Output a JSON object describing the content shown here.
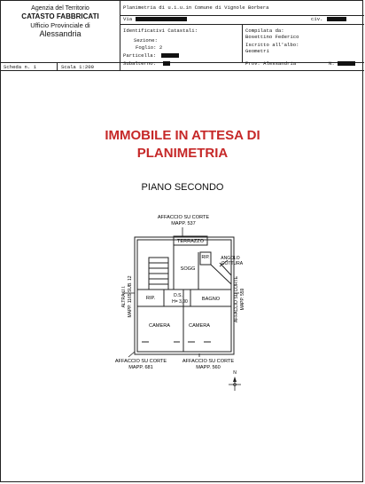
{
  "header": {
    "agency_line1": "Agenzia del Territorio",
    "agency_line2": "CATASTO FABBRICATI",
    "agency_line3": "Ufficio Provinciale di",
    "agency_line4": "Alessandria",
    "plan_title": "Planimetria di u.i.u.in Comune di Vignole Borbera",
    "via_label": "Via",
    "civ_label": "civ.",
    "ident_label": "Identificativi Catastali:",
    "sezione_label": "Sezione:",
    "foglio_label": "Foglio: 2",
    "particella_label": "Particella:",
    "subalterno_label": "Subalterno:",
    "compilata_label": "Compilata da:",
    "compilata_name": "Bosettino Federico",
    "iscritto_label": "Iscritto all'albo:",
    "iscritto_value": "Geometri",
    "prov_label": "Prov. Alessandria",
    "n_label": "N.",
    "scheda_label": "Scheda n. 1",
    "scala_label": "Scala 1:200"
  },
  "notice": {
    "line1": "IMMOBILE IN ATTESA DI",
    "line2": "PLANIMETRIA"
  },
  "plan": {
    "floor": "PIANO SECONDO",
    "top_label1": "AFFACCIO SU CORTE",
    "top_label2": "MAPP. 537",
    "terrazzo": "TERRAZZO",
    "rip_top": "RIP.",
    "sogg": "SOGG",
    "angolo1": "ANGOLO",
    "angolo2": "COTTURA",
    "left_side1": "ALTRA U.I.",
    "left_side2": "MAPP. 1165 SUB. 12",
    "right_side1": "AFFACCIO SU CORTE",
    "right_side2": "MAPP. 559",
    "rip_left": "RIP.",
    "ds": "D.S.",
    "height": "H= 3,00",
    "bagno": "BAGNO",
    "camera1": "CAMERA",
    "camera2": "CAMERA",
    "bottom_left1": "AFFACCIO SU CORTE",
    "bottom_left2": "MAPP. 681",
    "bottom_right1": "AFFACCIO SU CORTE",
    "bottom_right2": "MAPP. 560",
    "compass_n": "N"
  }
}
